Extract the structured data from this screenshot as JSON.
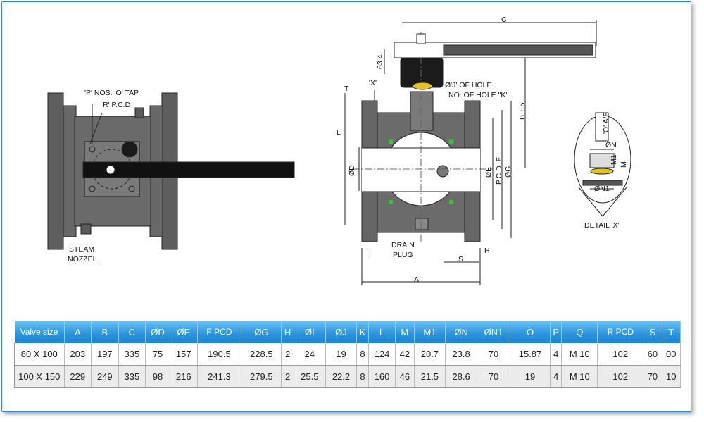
{
  "colors": {
    "accent": "#2a93dc",
    "body": "#5f5f5f",
    "handle": "#111111"
  },
  "labels": {
    "tap": "'P' NOS. 'O' TAP",
    "pcd_r": "R' P.C.D",
    "steam": "STEAM",
    "nozzel": "NOZZEL",
    "c": "C",
    "dim634": "63.4",
    "x": "'X'",
    "hole_j": "Ø'J' OF HOLE",
    "hole_k": "NO. OF HOLE \"K'",
    "t": "T",
    "b": "B ± 5",
    "l": "L",
    "d": "ØD",
    "e": "ØE",
    "pcd_f": "P.C.D. F",
    "g": "ØG",
    "drain": "DRAIN",
    "plug": "PLUG",
    "i": "I",
    "s": "S",
    "h": "H",
    "a": "A",
    "oaf": "'O' A/F",
    "n": "ØN",
    "m1": "M1",
    "m": "M",
    "n1": "ØN1",
    "detail": "DETAIL 'X'"
  },
  "table": {
    "headers": [
      "Valve size",
      "A",
      "B",
      "C",
      "ØD",
      "ØE",
      "F PCD",
      "ØG",
      "H",
      "ØI",
      "ØJ",
      "K",
      "L",
      "M",
      "M1",
      "ØN",
      "ØN1",
      "O",
      "P",
      "Q",
      "R PCD",
      "S",
      "T"
    ],
    "rows": [
      [
        "80 X 100",
        "203",
        "197",
        "335",
        "75",
        "157",
        "190.5",
        "228.5",
        "2",
        "24",
        "19",
        "8",
        "124",
        "42",
        "20.7",
        "23.8",
        "70",
        "15.87",
        "4",
        "M 10",
        "102",
        "60",
        "00"
      ],
      [
        "100 X 150",
        "229",
        "249",
        "335",
        "98",
        "216",
        "241.3",
        "279.5",
        "2",
        "25.5",
        "22.2",
        "8",
        "160",
        "46",
        "21.5",
        "28.6",
        "70",
        "19",
        "4",
        "M 10",
        "102",
        "70",
        "10"
      ]
    ]
  }
}
